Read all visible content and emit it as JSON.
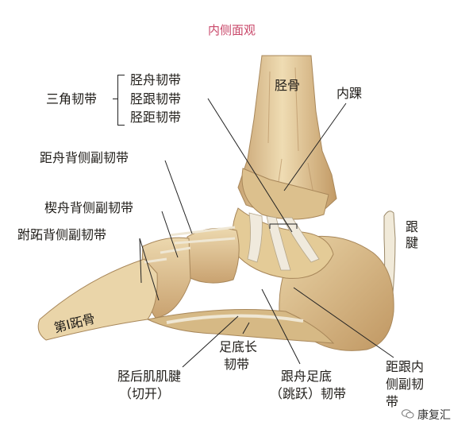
{
  "title": "内侧面观",
  "labels": {
    "tibia": "胫骨",
    "medial_malleolus": "内踝",
    "deltoid_ligament": "三角韧带",
    "tibionavicular_ligament": "胫舟韧带",
    "tibiocalcaneal_ligament": "胫跟韧带",
    "tibiotalar_ligament": "胫距韧带",
    "dorsal_talonavicular_ligament": "距舟背侧副韧带",
    "dorsal_cuneonavicular_ligament": "楔舟背侧副韧带",
    "dorsal_tarsometatarsal_ligament": "跗跖背侧副韧带",
    "first_metatarsal": "第Ⅰ跖骨",
    "tendon_line1": "跟",
    "tendon_line2": "腱",
    "long_plantar_line1": "足底长",
    "long_plantar_line2": "韧带",
    "tibialis_posterior_line1": "胫后肌肌腱",
    "tibialis_posterior_line2": "（切开）",
    "plantar_calcaneonavicular_line1": "跟舟足底",
    "plantar_calcaneonavicular_line2": "（跳跃）韧带",
    "medial_talocalcaneal_line1": "距跟内",
    "medial_talocalcaneal_line2": "侧副韧",
    "medial_talocalcaneal_line3": "带"
  },
  "watermark": {
    "text": "康复汇",
    "icon": "wechat-icon"
  },
  "colors": {
    "bone": "#e7d1a2",
    "bone_shadow": "#c49f6a",
    "ligament": "#ede6d6",
    "title_red": "#c9486a",
    "text": "#1f1c18"
  }
}
